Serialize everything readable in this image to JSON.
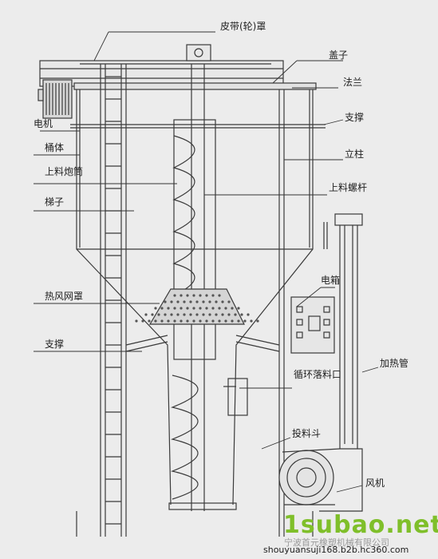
{
  "labels": {
    "belt_cover": "皮带(轮)罩",
    "lid": "盖子",
    "flange": "法兰",
    "support_right": "支撑",
    "motor": "电机",
    "barrel": "桶体",
    "column": "立柱",
    "feed_tube": "上料炮筒",
    "feed_screw": "上料螺杆",
    "ladder": "梯子",
    "control_box": "电箱",
    "hot_air_hood": "热风网罩",
    "support_left": "支撑",
    "heating_pipe": "加热管",
    "circ_outlet": "循环落料口",
    "hopper": "投料斗",
    "fan": "风机"
  },
  "watermark": {
    "brand": "1subao.net",
    "company": "宁波首元橡塑机械有限公司",
    "url": "shouyuansuji168.b2b.hc360.com"
  }
}
